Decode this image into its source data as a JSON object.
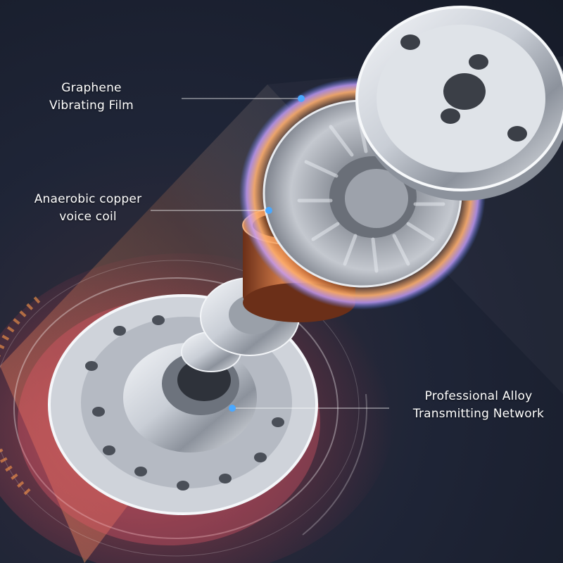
{
  "callouts": {
    "graphene": {
      "line1": "Graphene",
      "line2": "Vibrating Film"
    },
    "coil": {
      "line1": "Anaerobic copper",
      "line2": "voice coil"
    },
    "alloy": {
      "line1": "Professional Alloy",
      "line2": "Transmitting Network"
    }
  },
  "colors": {
    "background": "#1b2233",
    "accent_blue": "#4aa8ff",
    "copper": "#c2683a",
    "metal": "#d9dde3"
  },
  "icons": [
    "callout-dot",
    "callout-line"
  ]
}
